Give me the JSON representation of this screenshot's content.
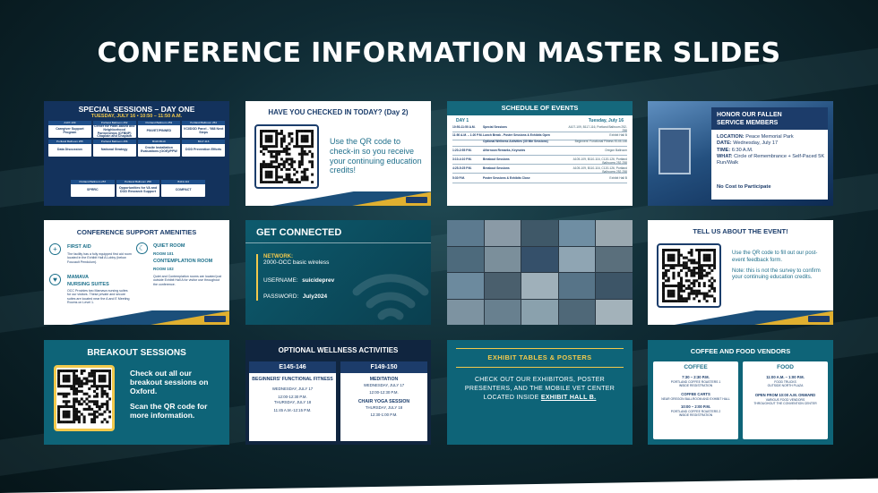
{
  "page_title": "CONFERENCE INFORMATION MASTER SLIDES",
  "special": {
    "title": "SPECIAL SESSIONS – DAY ONE",
    "subtitle": "TUESDAY, JULY 16 • 10:50 – 11:50 A.M.",
    "cells": [
      {
        "room": "A107-109",
        "name": "Caregiver Support Program"
      },
      {
        "room": "Portland Ballroom 252",
        "name": "Center for Faith-based and Neighborhood Partnerships (CFBNP) Chaplain and Chaplain Care Training (CCT)"
      },
      {
        "room": "Portland Ballroom 253",
        "name": "PINVET/PINNED"
      },
      {
        "room": "Portland Ballroom 254",
        "name": "VCI/DOD Panel - '988 Next Steps"
      },
      {
        "room": "Portland Ballroom 255",
        "name": "Data Discussion"
      },
      {
        "room": "Portland Ballroom 256",
        "name": "National Strategy"
      },
      {
        "room": "B118-B119",
        "name": "Onsite Installation Evaluations (OOE)/PPW"
      },
      {
        "room": "B117-116",
        "name": "DOD Prevention Efforts"
      }
    ],
    "cells2": [
      {
        "room": "Portland Ballroom 257",
        "name": "SPRRC"
      },
      {
        "room": "Portland Ballroom 258",
        "name": "Opportunities for VA and DOD Research Support"
      },
      {
        "room": "B113-114",
        "name": "COMPACT"
      }
    ]
  },
  "checkin": {
    "title": "HAVE YOU CHECKED IN TODAY? (Day 2)",
    "text": "Use the QR code to check-in so you receive your continuing education credits!"
  },
  "schedule": {
    "title": "SCHEDULE OF EVENTS",
    "day": "DAY 1",
    "date": "Tuesday, July 16",
    "rows": [
      {
        "time": "10:50-11:50 A.M.",
        "event": "Special Sessions",
        "loc": "A107-109, B117-116, Portland Ballroom 252-258"
      },
      {
        "time": "11:50 A.M. – 1:20 P.M.",
        "event": "Lunch Break - Poster Sessions & Exhibits Open",
        "loc": "Exhibit Hall B"
      },
      {
        "time": "",
        "event": "Optional Wellness Activities (30 Min Sessions)",
        "loc": "Beginners' Functional Fitness E145-146"
      },
      {
        "time": "1:20-2:55 P.M.",
        "event": "Afternoon Remarks, Keynotes",
        "loc": "Oregon Ballroom"
      },
      {
        "time": "3:10-4:10 P.M.",
        "event": "Breakout Sessions",
        "loc": "A105-109, B110-116, C120-126, Portland Ballrooms 252-258"
      },
      {
        "time": "4:25-5:25 P.M.",
        "event": "Breakout Sessions",
        "loc": "A105-109, B110-116, C120-126, Portland Ballrooms 252-258"
      },
      {
        "time": "5:30 P.M.",
        "event": "Poster Sessions & Exhibits Close",
        "loc": "Exhibit Hall B"
      }
    ]
  },
  "honor": {
    "title_line1": "HONOR OUR FALLEN",
    "title_line2": "SERVICE MEMBERS",
    "location_label": "LOCATION:",
    "location": "Peace Memorial Park",
    "date_label": "DATE:",
    "date": "Wednesday, July 17",
    "time_label": "TIME:",
    "time": "6:30 A.M.",
    "what_label": "WHAT:",
    "what": "Circle of Remembrance + Self-Paced 5K Run/Walk",
    "cost": "No Cost to Participate"
  },
  "amenities": {
    "title": "CONFERENCE SUPPORT AMENITIES",
    "first_aid_title": "FIRST AID",
    "first_aid_text": "The facility has a fully equipped first aid room located in the Exhibit Hall A Lobby (below Foucault Pendulum).",
    "mamava_title": "MAMAVA",
    "mamava_subtitle": "NURSING SUITES",
    "mamava_text": "OCC Provides two Mamava nursing suites for our visitors. These private and secure suites are located near the A and E Meeting Rooms on Level 1.",
    "quiet_title": "QUIET ROOM",
    "quiet_room": "ROOM 101",
    "contemplation_title": "CONTEMPLATION ROOM",
    "contemplation_room": "ROOM 102",
    "quiet_text": "Quiet and Contemplation rooms are located just outside Exhibit Hall A for visitor use throughout the conference."
  },
  "connected": {
    "title": "GET CONNECTED",
    "network_label": "NETWORK:",
    "network": "2000-OCC basic wireless",
    "username_label": "USERNAME:",
    "username": "suicideprev",
    "password_label": "PASSWORD:",
    "password": "July2024"
  },
  "feedback": {
    "title": "TELL US ABOUT THE EVENT!",
    "text1": "Use the QR code to fill out our post-event feedback form.",
    "text2": "Note: this is not the survey to confirm your continuing education credits."
  },
  "breakout": {
    "title": "BREAKOUT SESSIONS",
    "text1": "Check out all our breakout sessions on Oxford.",
    "text2": "Scan the QR code for more information."
  },
  "wellness": {
    "title": "OPTIONAL WELLNESS ACTIVITIES",
    "left_room": "E145-146",
    "left_name": "BEGINNERS' FUNCTIONAL FITNESS",
    "left_date1": "WEDNESDAY, JULY 17",
    "left_time1": "12:00-12:30 P.M.",
    "left_date2": "THURSDAY, JULY 18",
    "left_time2": "11:45 A.M.-12:15 P.M.",
    "right_room": "F149-150",
    "right_name1": "MEDITATION",
    "right_date1": "WEDNESDAY, JULY 17",
    "right_time1": "12:00-12:30 P.M.",
    "right_name2": "CHAIR YOGA SESSION",
    "right_date2": "THURSDAY, JULY 18",
    "right_time2": "12:30-1:00 P.M."
  },
  "exhibit": {
    "title": "EXHIBIT TABLES & POSTERS",
    "text": "CHECK OUT OUR EXHIBITORS, POSTER PRESENTERS, AND THE MOBILE VET CENTER LOCATED INSIDE",
    "hall": "EXHIBIT HALL B."
  },
  "vendors": {
    "title": "COFFEE AND FOOD VENDORS",
    "coffee_title": "COFFEE",
    "c_time1": "7:30 – 2:30 P.M.",
    "c_name1": "PORTLAND COFFEE ROASTERS 1",
    "c_loc1": "INSIDE REGISTRATION",
    "c_name2": "COFFEE CARTS",
    "c_loc2": "NEAR OREGON BALLROOM AND EXHIBIT HALL",
    "c_time3": "10:00 – 2:00 P.M.",
    "c_name3": "PORTLAND COFFEE ROASTERS 2",
    "c_loc3": "INSIDE REGISTRATION",
    "food_title": "FOOD",
    "f_time1": "11:00 A.M. – 1:00 P.M.",
    "f_name1": "FOOD TRUCKS",
    "f_loc1": "OUTSIDE NORTH PLAZA",
    "f_time2": "OPEN FROM 10:00 A.M. ONWARD",
    "f_name2": "VARIOUS FOOD VENDORS",
    "f_loc2": "THROUGHOUT THE CONVENTION CENTER"
  },
  "colors": {
    "navy": "#13325c",
    "teal": "#0e6478",
    "gold": "#f2c94c"
  }
}
